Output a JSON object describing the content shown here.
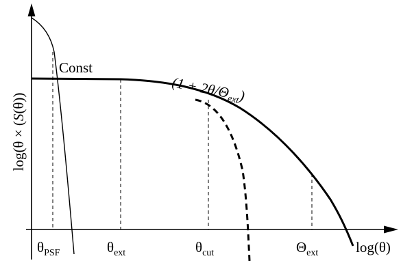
{
  "diagram": {
    "y_axis_label": {
      "pre": "log(θ × (",
      "italic": "S",
      "post": "(θ))"
    },
    "x_axis_label": "log(θ)",
    "curve_label_const": "Const",
    "curve_label_formula": {
      "main": "(1 + 2θ/Θ",
      "sub": "ext",
      "close": ")"
    },
    "x_markers": [
      {
        "base": "θ",
        "sub": "PSF"
      },
      {
        "base": "θ",
        "sub": "ext"
      },
      {
        "base": "θ",
        "sub": "cut"
      },
      {
        "base": "Θ",
        "sub": "ext"
      }
    ],
    "colors": {
      "ink": "#000000",
      "background": "#ffffff"
    }
  }
}
